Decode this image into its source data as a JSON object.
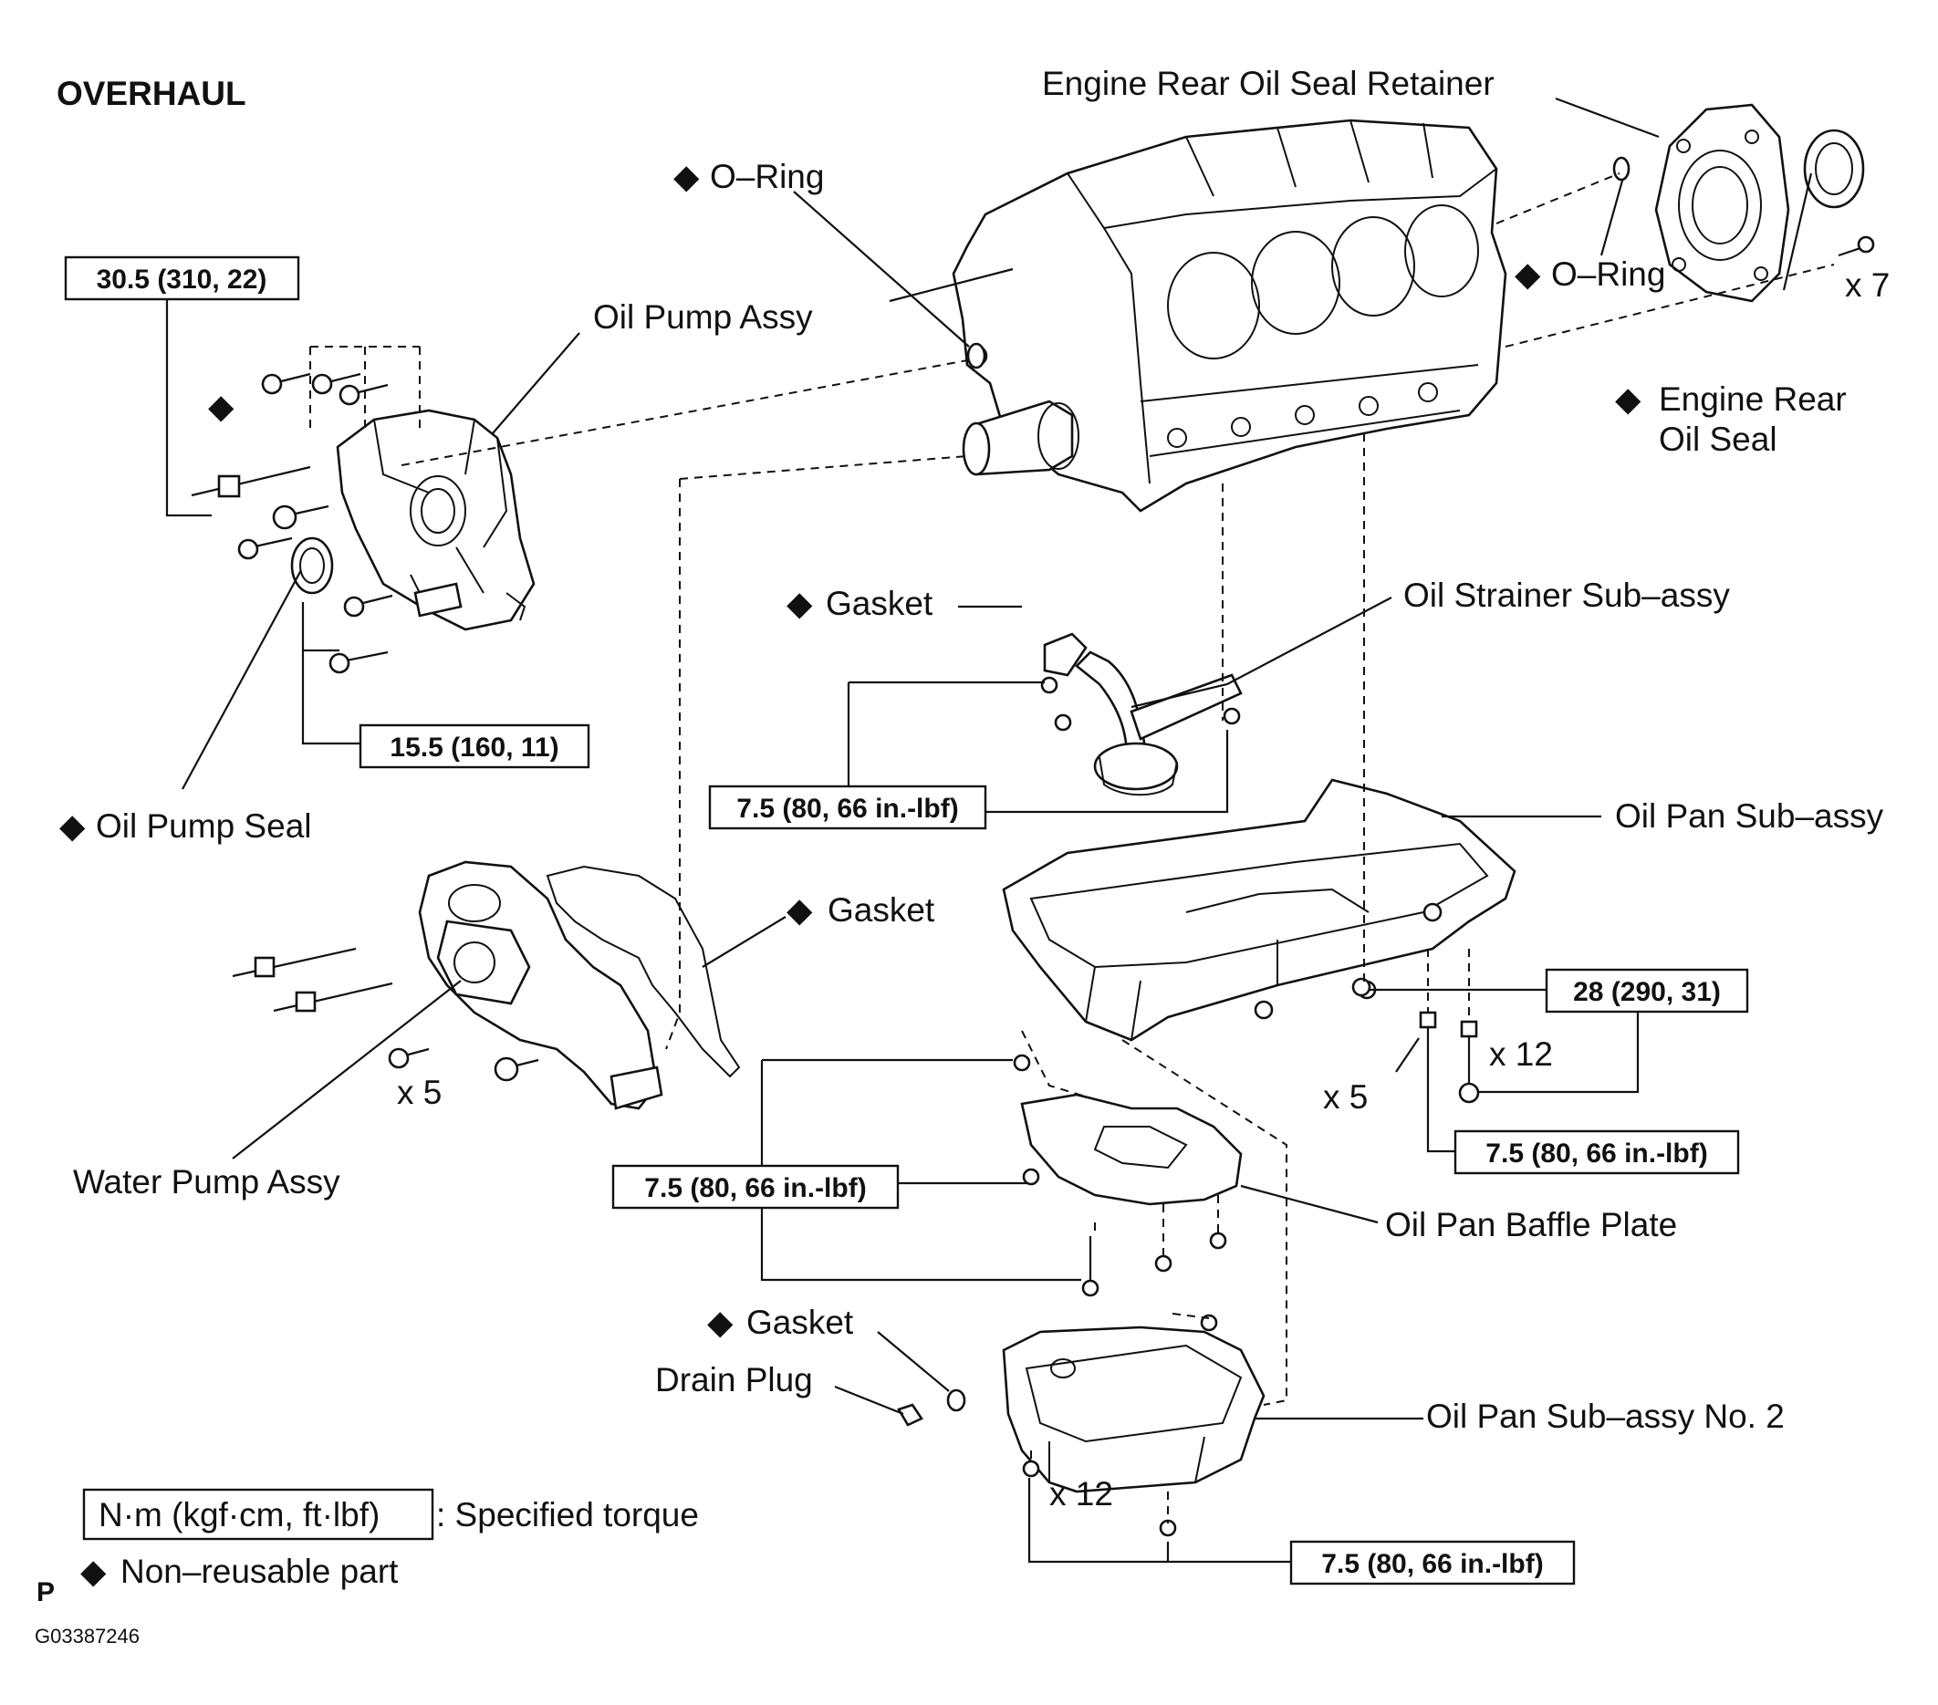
{
  "header": {
    "title": "OVERHAUL"
  },
  "labels": {
    "rear_retainer": "Engine Rear Oil Seal Retainer",
    "oring_top": "O–Ring",
    "oring_right": "O–Ring",
    "oil_pump_assy": "Oil Pump Assy",
    "rear_seal_line1": "Engine Rear",
    "rear_seal_line2": "Oil Seal",
    "gasket_strainer": "Gasket",
    "oil_strainer": "Oil Strainer Sub–assy",
    "oil_pump_seal": "Oil Pump Seal",
    "oil_pan": "Oil Pan Sub–assy",
    "gasket_water": "Gasket",
    "water_pump": "Water Pump Assy",
    "baffle": "Oil Pan Baffle Plate",
    "gasket_drain": "Gasket",
    "drain_plug": "Drain Plug",
    "oil_pan_no2": "Oil Pan Sub–assy No. 2"
  },
  "quantities": {
    "rear_bolts": "x 7",
    "water_pump_bolts": "x 5",
    "oil_pan_bolts_12": "x 12",
    "oil_pan_bolts_5": "x 5",
    "oil_pan2_bolts": "x 12"
  },
  "torques": {
    "oil_pump_upper": "30.5 (310, 22)",
    "oil_pump_lower": "15.5 (160, 11)",
    "strainer": "7.5 (80, 66 in.-lbf)",
    "oil_pan_nuts": "28 (290, 31)",
    "oil_pan_bolts": "7.5 (80, 66 in.-lbf)",
    "baffle": "7.5 (80, 66 in.-lbf)",
    "oil_pan2": "7.5 (80, 66 in.-lbf)"
  },
  "legend": {
    "torque_units": "N·m (kgf·cm, ft·lbf)",
    "torque_text": ": Specified torque",
    "nonreusable_text": "Non–reusable part"
  },
  "footer": {
    "corner": "P",
    "code": "G03387246"
  },
  "symbols": {
    "nonreusable": "◆"
  }
}
